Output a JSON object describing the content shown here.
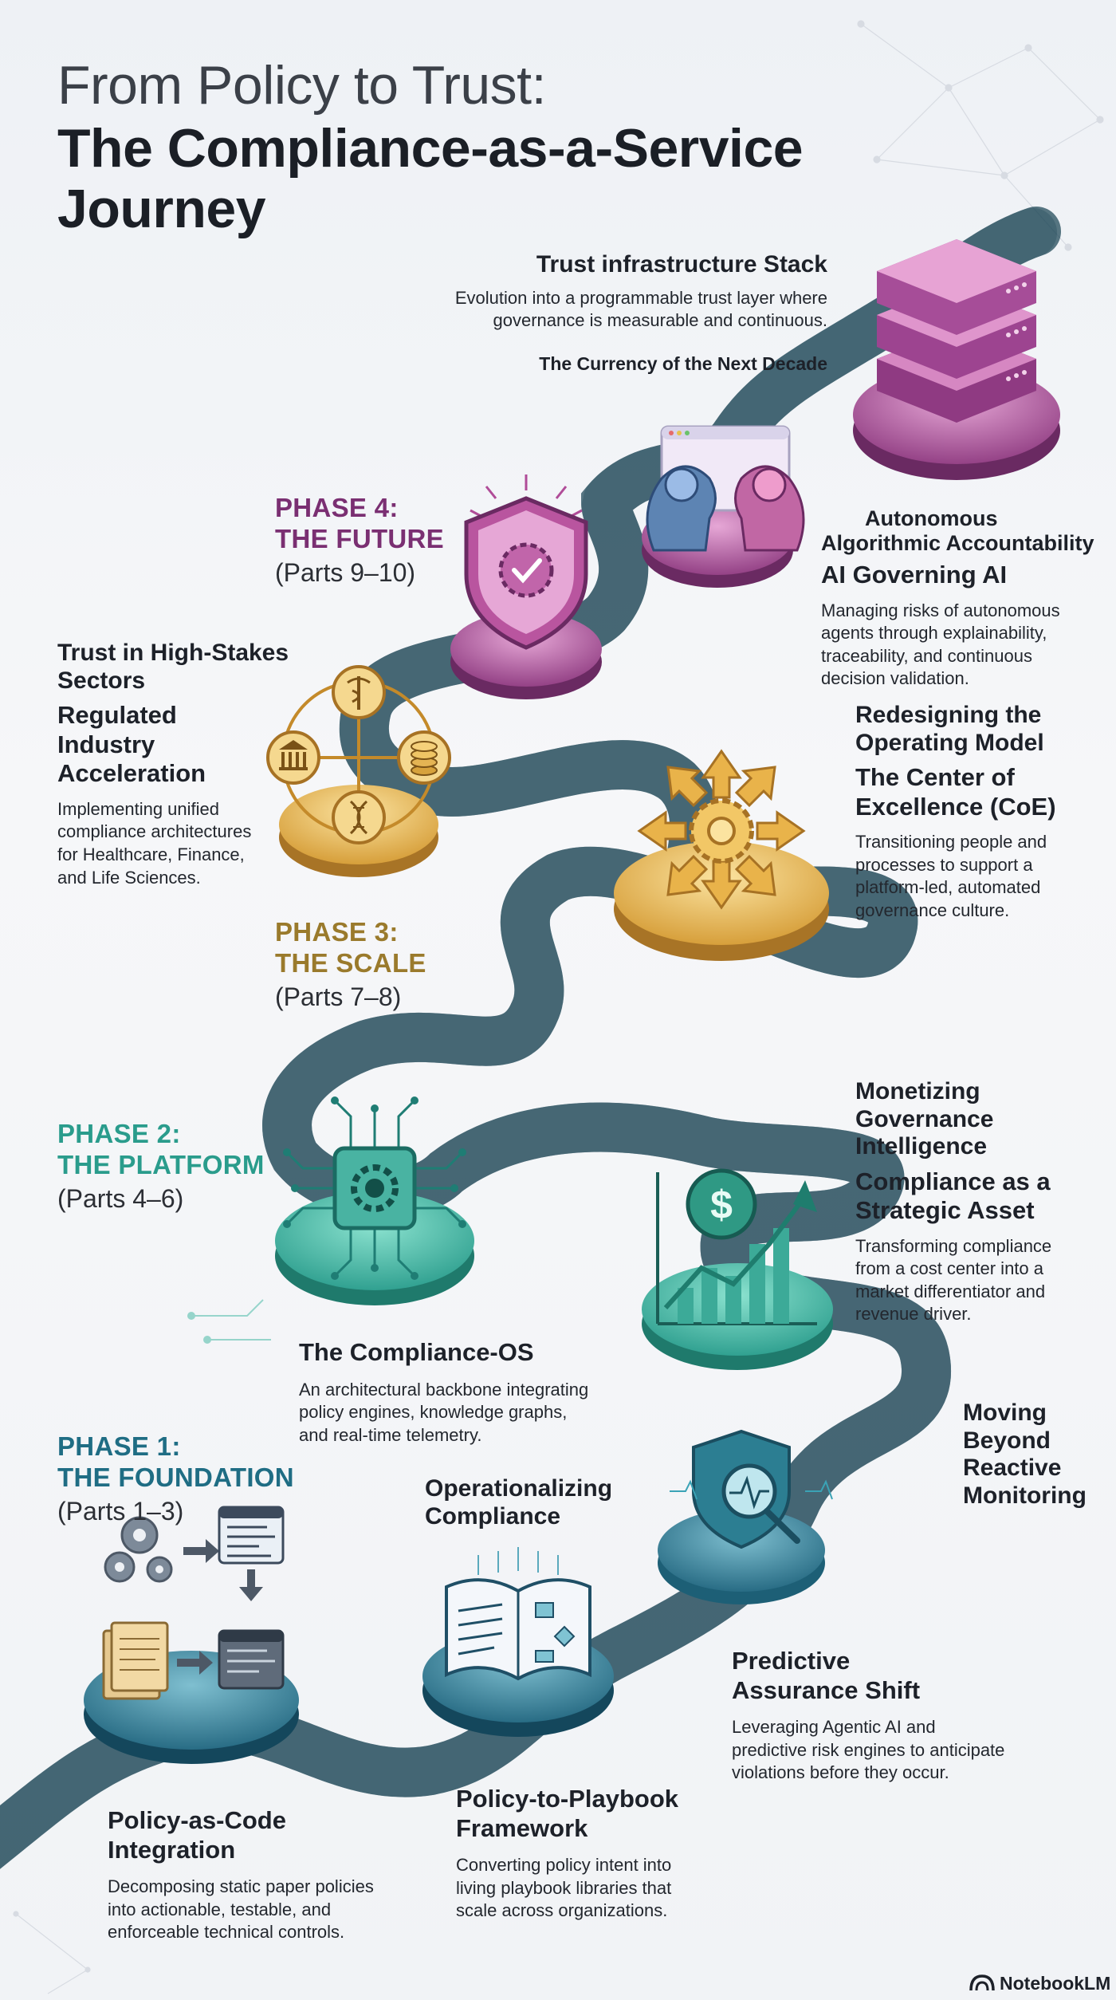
{
  "header": {
    "title_line1": "From Policy to Trust:",
    "title_line2": "The Compliance-as-a-Service",
    "title_line3": "Journey"
  },
  "colors": {
    "phase1": "#1f6d84",
    "phase2": "#2a9c8c",
    "phase3": "#9a7a2c",
    "phase4": "#7a2f72",
    "gold": "#e3b34a",
    "teal": "#3cae9c",
    "purple": "#b04c98"
  },
  "phases": {
    "p1": {
      "title_a": "PHASE 1:",
      "title_b": "THE FOUNDATION",
      "parts": "(Parts 1–3)"
    },
    "p2": {
      "title_a": "PHASE 2:",
      "title_b": "THE PLATFORM",
      "parts": "(Parts 4–6)"
    },
    "p3": {
      "title_a": "PHASE 3:",
      "title_b": "THE SCALE",
      "parts": "(Parts 7–8)"
    },
    "p4": {
      "title_a": "PHASE 4:",
      "title_b": "THE FUTURE",
      "parts": "(Parts 9–10)"
    }
  },
  "sections": {
    "policy_as_code": {
      "title_a": "Policy-as-Code",
      "title_b": "Integration",
      "desc_1": "Decomposing static paper policies",
      "desc_2": "into actionable, testable, and",
      "desc_3": "enforceable technical controls."
    },
    "playbook": {
      "heading_a": "Operationalizing",
      "heading_b": "Compliance",
      "title_a": "Policy-to-Playbook",
      "title_b": "Framework",
      "desc_1": "Converting policy intent into",
      "desc_2": "living playbook libraries that",
      "desc_3": "scale across organizations."
    },
    "predictive": {
      "heading_a": "Moving",
      "heading_b": "Beyond",
      "heading_c": "Reactive",
      "heading_d": "Monitoring",
      "title_a": "Predictive",
      "title_b": "Assurance Shift",
      "desc_1": "Leveraging Agentic AI and",
      "desc_2": "predictive risk engines to anticipate",
      "desc_3": "violations before they occur."
    },
    "compliance_os": {
      "title": "The Compliance-OS",
      "desc_1": "An architectural backbone integrating",
      "desc_2": "policy engines, knowledge graphs,",
      "desc_3": "and real-time telemetry."
    },
    "strategic_asset": {
      "heading_a": "Monetizing",
      "heading_b": "Governance",
      "heading_c": "Intelligence",
      "title_a": "Compliance as a",
      "title_b": "Strategic Asset",
      "desc_1": "Transforming compliance",
      "desc_2": "from a cost center into a",
      "desc_3": "market differentiator and",
      "desc_4": "revenue driver."
    },
    "regulated": {
      "heading_a": "Trust in High-Stakes",
      "heading_b": "Sectors",
      "title_a": "Regulated",
      "title_b": "Industry",
      "title_c": "Acceleration",
      "desc_1": "Implementing unified",
      "desc_2": "compliance architectures",
      "desc_3": "for Healthcare, Finance,",
      "desc_4": "and Life Sciences."
    },
    "coe": {
      "heading_a": "Redesigning the",
      "heading_b": "Operating Model",
      "title_a": "The Center of",
      "title_b": "Excellence (CoE)",
      "desc_1": "Transitioning people and",
      "desc_2": "processes to support a",
      "desc_3": "platform-led, automated",
      "desc_4": "governance culture."
    },
    "ai_governing": {
      "heading_a": "Autonomous",
      "heading_b": "Algorithmic Accountability",
      "title": "AI Governing AI",
      "desc_1": "Managing risks of autonomous",
      "desc_2": "agents through explainability,",
      "desc_3": "traceability, and continuous",
      "desc_4": "decision validation."
    },
    "trust_stack": {
      "title": "Trust infrastructure Stack",
      "desc_1": "Evolution into a programmable trust layer where",
      "desc_2": "governance is measurable and continuous.",
      "subtitle": "The Currency of the Next Decade"
    }
  },
  "branding": {
    "label": "NotebookLM"
  }
}
